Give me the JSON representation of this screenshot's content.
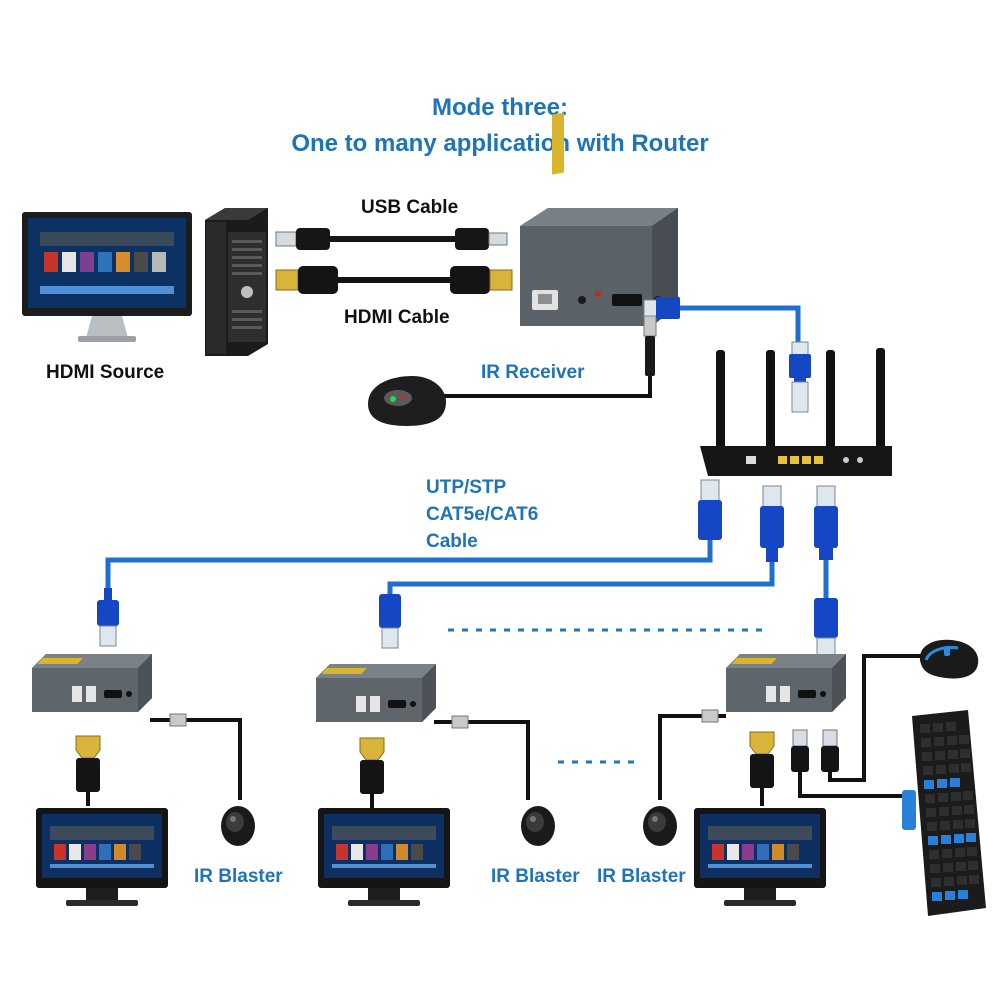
{
  "title": {
    "line1": "Mode three:",
    "line2": "One to many application with  Router"
  },
  "labels": {
    "usb_cable": "USB Cable",
    "hdmi_cable": "HDMI Cable",
    "hdmi_source": "HDMI Source",
    "ir_receiver": "IR Receiver",
    "utp_line1": "UTP/STP",
    "utp_line2": "CAT5e/CAT6",
    "utp_line3": "Cable",
    "ir_blaster_1": "IR Blaster",
    "ir_blaster_2": "IR Blaster",
    "ir_blaster_3": "IR Blaster"
  },
  "colors": {
    "title": "#1f73b7",
    "cable_blue": "#1e6fd0",
    "connector_blue": "#1546c4",
    "device_gray": "#5f666b",
    "cable_black": "#111111"
  }
}
